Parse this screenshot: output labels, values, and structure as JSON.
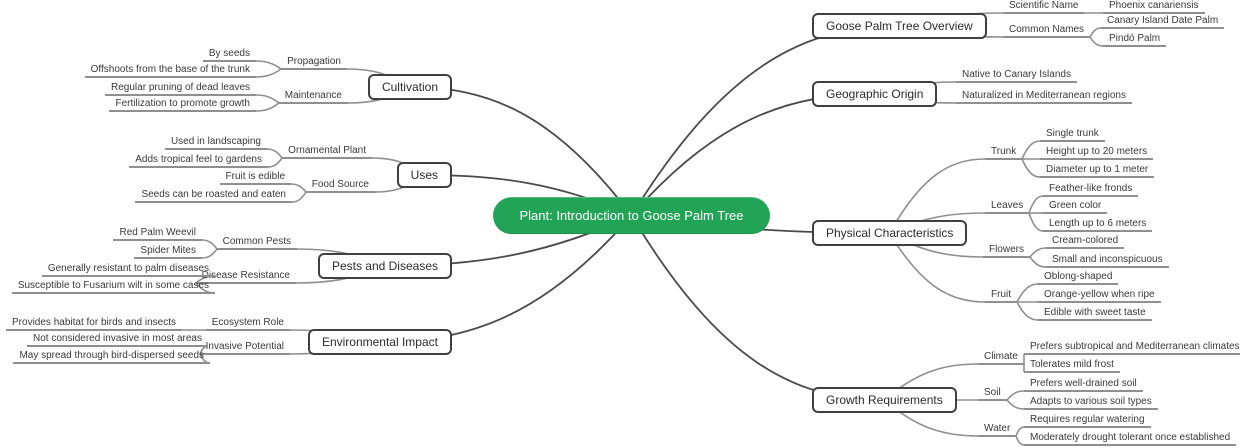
{
  "colors": {
    "root_bg": "#22a456",
    "root_text": "#ffffff",
    "branch_border": "#404040",
    "branch_text": "#2b2b2b",
    "node_text": "#3a3a3a",
    "link_gray": "#8f8f8f",
    "link_dark": "#4a4a4a",
    "background": "#ffffff"
  },
  "mindmap": {
    "root": {
      "label": "Plant: Introduction to Goose Palm Tree"
    },
    "left_branches": [
      {
        "label": "Cultivation",
        "children": [
          {
            "label": "Propagation",
            "children": [
              {
                "label": "By seeds"
              },
              {
                "label": "Offshoots from the base of the trunk"
              }
            ]
          },
          {
            "label": "Maintenance",
            "children": [
              {
                "label": "Regular pruning of dead leaves"
              },
              {
                "label": "Fertilization to promote growth"
              }
            ]
          }
        ]
      },
      {
        "label": "Uses",
        "children": [
          {
            "label": "Ornamental Plant",
            "children": [
              {
                "label": "Used in landscaping"
              },
              {
                "label": "Adds tropical feel to gardens"
              }
            ]
          },
          {
            "label": "Food Source",
            "children": [
              {
                "label": "Fruit is edible"
              },
              {
                "label": "Seeds can be roasted and eaten"
              }
            ]
          }
        ]
      },
      {
        "label": "Pests and Diseases",
        "children": [
          {
            "label": "Common Pests",
            "children": [
              {
                "label": "Red Palm Weevil"
              },
              {
                "label": "Spider Mites"
              }
            ]
          },
          {
            "label": "Disease Resistance",
            "children": [
              {
                "label": "Generally resistant to palm diseases"
              },
              {
                "label": "Susceptible to Fusarium wilt in some cases"
              }
            ]
          }
        ]
      },
      {
        "label": "Environmental Impact",
        "children": [
          {
            "label": "Ecosystem Role",
            "children": [
              {
                "label": "Provides habitat for birds and insects"
              }
            ]
          },
          {
            "label": "Invasive Potential",
            "children": [
              {
                "label": "Not considered invasive in most areas"
              },
              {
                "label": "May spread through bird-dispersed seeds"
              }
            ]
          }
        ]
      }
    ],
    "right_branches": [
      {
        "label": "Goose Palm Tree Overview",
        "children": [
          {
            "label": "Scientific Name",
            "children": [
              {
                "label": "Phoenix canariensis"
              }
            ]
          },
          {
            "label": "Common Names",
            "children": [
              {
                "label": "Canary Island Date Palm"
              },
              {
                "label": "Pindó Palm"
              }
            ]
          }
        ]
      },
      {
        "label": "Geographic Origin",
        "children": [
          {
            "label": "Native to Canary Islands"
          },
          {
            "label": "Naturalized in Mediterranean regions"
          }
        ]
      },
      {
        "label": "Physical Characteristics",
        "children": [
          {
            "label": "Trunk",
            "children": [
              {
                "label": "Single trunk"
              },
              {
                "label": "Height up to 20 meters"
              },
              {
                "label": "Diameter up to 1 meter"
              }
            ]
          },
          {
            "label": "Leaves",
            "children": [
              {
                "label": "Feather-like fronds"
              },
              {
                "label": "Green color"
              },
              {
                "label": "Length up to 6 meters"
              }
            ]
          },
          {
            "label": "Flowers",
            "children": [
              {
                "label": "Cream-colored"
              },
              {
                "label": "Small and inconspicuous"
              }
            ]
          },
          {
            "label": "Fruit",
            "children": [
              {
                "label": "Oblong-shaped"
              },
              {
                "label": "Orange-yellow when ripe"
              },
              {
                "label": "Edible with sweet taste"
              }
            ]
          }
        ]
      },
      {
        "label": "Growth Requirements",
        "children": [
          {
            "label": "Climate",
            "children": [
              {
                "label": "Prefers subtropical and Mediterranean climates"
              },
              {
                "label": "Tolerates mild frost"
              }
            ]
          },
          {
            "label": "Soil",
            "children": [
              {
                "label": "Prefers well-drained soil"
              },
              {
                "label": "Adapts to various soil types"
              }
            ]
          },
          {
            "label": "Water",
            "children": [
              {
                "label": "Requires regular watering"
              },
              {
                "label": "Moderately drought tolerant once established"
              }
            ]
          }
        ]
      }
    ]
  }
}
